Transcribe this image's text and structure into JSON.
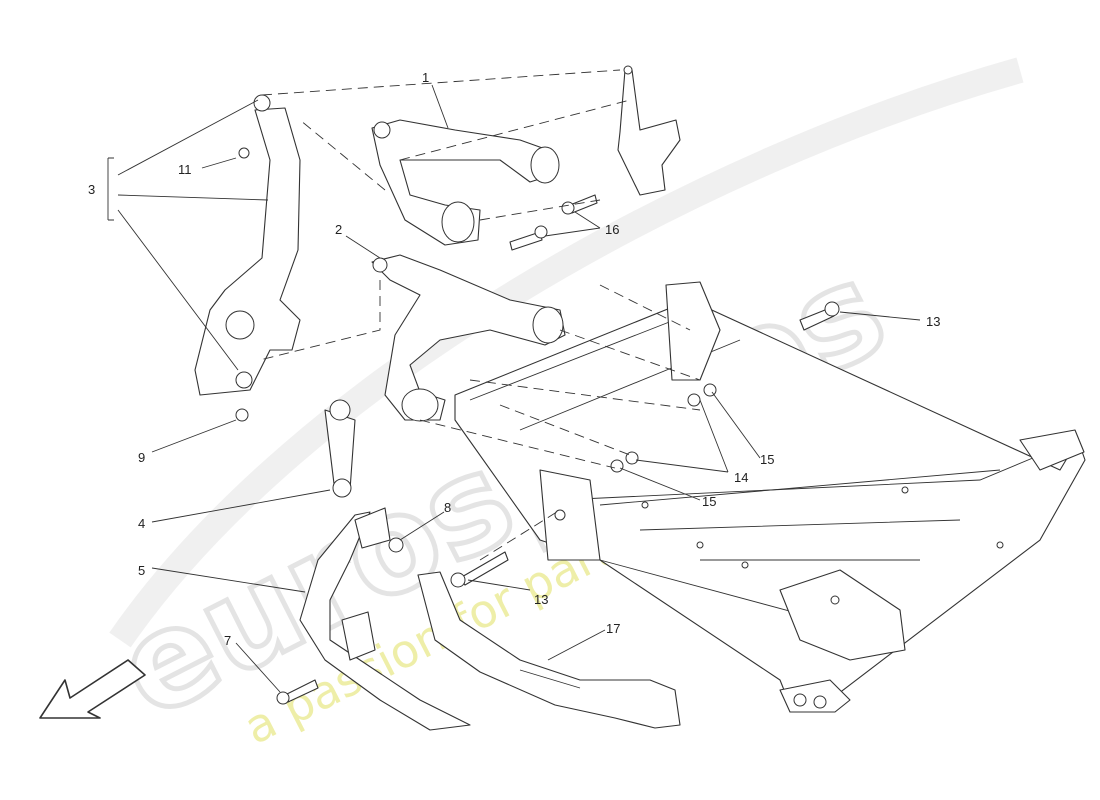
{
  "watermark": {
    "brand": "eurospares",
    "tagline": "a passion for parts since 1985"
  },
  "callouts": [
    {
      "id": "p1",
      "text": "1"
    },
    {
      "id": "p2",
      "text": "2"
    },
    {
      "id": "p3",
      "text": "3"
    },
    {
      "id": "p4",
      "text": "4"
    },
    {
      "id": "p5",
      "text": "5"
    },
    {
      "id": "p7",
      "text": "7"
    },
    {
      "id": "p8",
      "text": "8"
    },
    {
      "id": "p9",
      "text": "9"
    },
    {
      "id": "p11",
      "text": "11"
    },
    {
      "id": "p13a",
      "text": "13"
    },
    {
      "id": "p13b",
      "text": "13"
    },
    {
      "id": "p14",
      "text": "14"
    },
    {
      "id": "p15a",
      "text": "15"
    },
    {
      "id": "p15b",
      "text": "15"
    },
    {
      "id": "p16",
      "text": "16"
    },
    {
      "id": "p17",
      "text": "17"
    }
  ]
}
